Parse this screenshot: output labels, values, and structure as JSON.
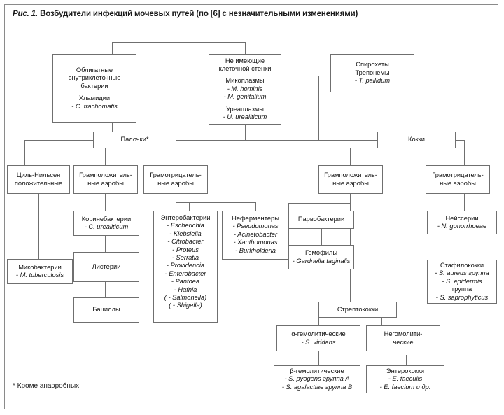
{
  "figure": {
    "caption_prefix": "Рис. 1.",
    "caption": "Возбудители инфекций мочевых путей (по [6] с незначительными изменениями)",
    "footnote": "* Кроме анаэробных"
  },
  "style": {
    "border_color": "#6f6f6f",
    "frame_color": "#8a8a8a",
    "text_color": "#111111",
    "background": "#ffffff"
  },
  "nodes": {
    "obligate": {
      "l1": "Облигатные",
      "l2": "внутриклеточные",
      "l3": "бактерии",
      "l4": "Хламидии",
      "l5": "- C. trachomatis"
    },
    "nocellwall": {
      "l1": "Не имеющие",
      "l2": "клеточной стенки",
      "l3": "Микоплазмы",
      "l4": "- M. hominis",
      "l5": "- M. genitalium",
      "l6": "Уреаплазмы",
      "l7": "- U. urealiticum"
    },
    "spiro": {
      "l1": "Спирохеты",
      "l2": "Трепонемы",
      "l3": "- T. pallidum"
    },
    "rods": {
      "l1": "Палочки*"
    },
    "cocci": {
      "l1": "Кокки"
    },
    "ziehl": {
      "l1": "Циль-Нильсен",
      "l2": "положительные"
    },
    "rods_gram_pos": {
      "l1": "Грамположитель-",
      "l2": "ные аэробы"
    },
    "rods_gram_neg": {
      "l1": "Грамотрицатель-",
      "l2": "ные аэробы"
    },
    "cocci_gram_pos": {
      "l1": "Грамположитель-",
      "l2": "ные аэробы"
    },
    "cocci_gram_neg": {
      "l1": "Грамотрицатель-",
      "l2": "ные аэробы"
    },
    "coryne": {
      "l1": "Коринебактерии",
      "l2": "- C. urealiticum"
    },
    "listeria": {
      "l1": "Листерии"
    },
    "bacilli": {
      "l1": "Бациллы"
    },
    "myco": {
      "l1": "Микобактерии",
      "l2": "- M. tuberculosis"
    },
    "entero": {
      "title": "Энтеробактерии",
      "items": [
        "- Escherichia",
        "- Klebsiella",
        "- Citrobacter",
        "- Proteus",
        "- Serratia",
        "- Providencia",
        "- Enterobacter",
        "- Pantoea",
        "- Hafnia",
        "( - Salmonella)",
        "( - Shigella)"
      ]
    },
    "nonferm": {
      "title": "Неферментеры",
      "items": [
        "- Pseudomonas",
        "- Acinetobacter",
        "- Xanthomonas",
        "- Burkholderia"
      ]
    },
    "parvo": {
      "l1": "Парвобактерии"
    },
    "haemo": {
      "l1": "Гемофилы",
      "l2": "- Gardnella taginalis"
    },
    "neisseria": {
      "l1": "Нейссерии",
      "l2": "- N. gonorrhoeae"
    },
    "staph": {
      "l1": "Стафилококки",
      "l2": "- S. aureus группа",
      "l3": "- S. epidermis",
      "l4": "группа",
      "l5": "- S. saprophyticus"
    },
    "strepto": {
      "l1": "Стрептококки"
    },
    "alpha": {
      "l1": "α-гемолитические",
      "l2": "- S. viridans"
    },
    "nonhemo": {
      "l1": "Негомолити-",
      "l2": "ческие"
    },
    "beta": {
      "l1": "β-гемолитические",
      "l2": "- S. pyogens группа A",
      "l3": "- S. agalactiae группа B"
    },
    "enterococci": {
      "l1": "Энтерококки",
      "l2": "- E. faeculis",
      "l3": "- E. faecium и др."
    }
  }
}
